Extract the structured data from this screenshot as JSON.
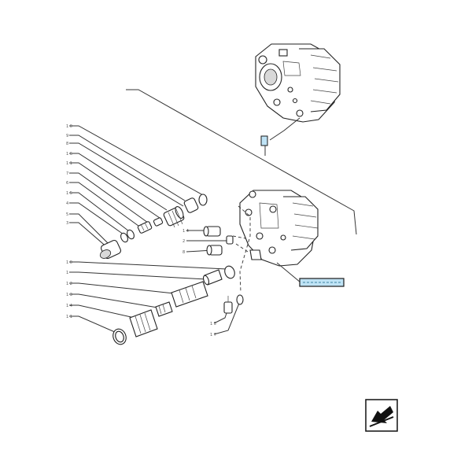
{
  "diagram": {
    "ref_box_color": "#bfe3f5",
    "ref_box_border": "#1a1a1a",
    "nav_icon": "arrow-return-icon",
    "callouts": [
      "1",
      "2",
      "3",
      "4",
      "5",
      "6",
      "7",
      "8",
      "9",
      "10",
      "11",
      "12",
      "13",
      "14",
      "15",
      "16",
      "17"
    ]
  }
}
